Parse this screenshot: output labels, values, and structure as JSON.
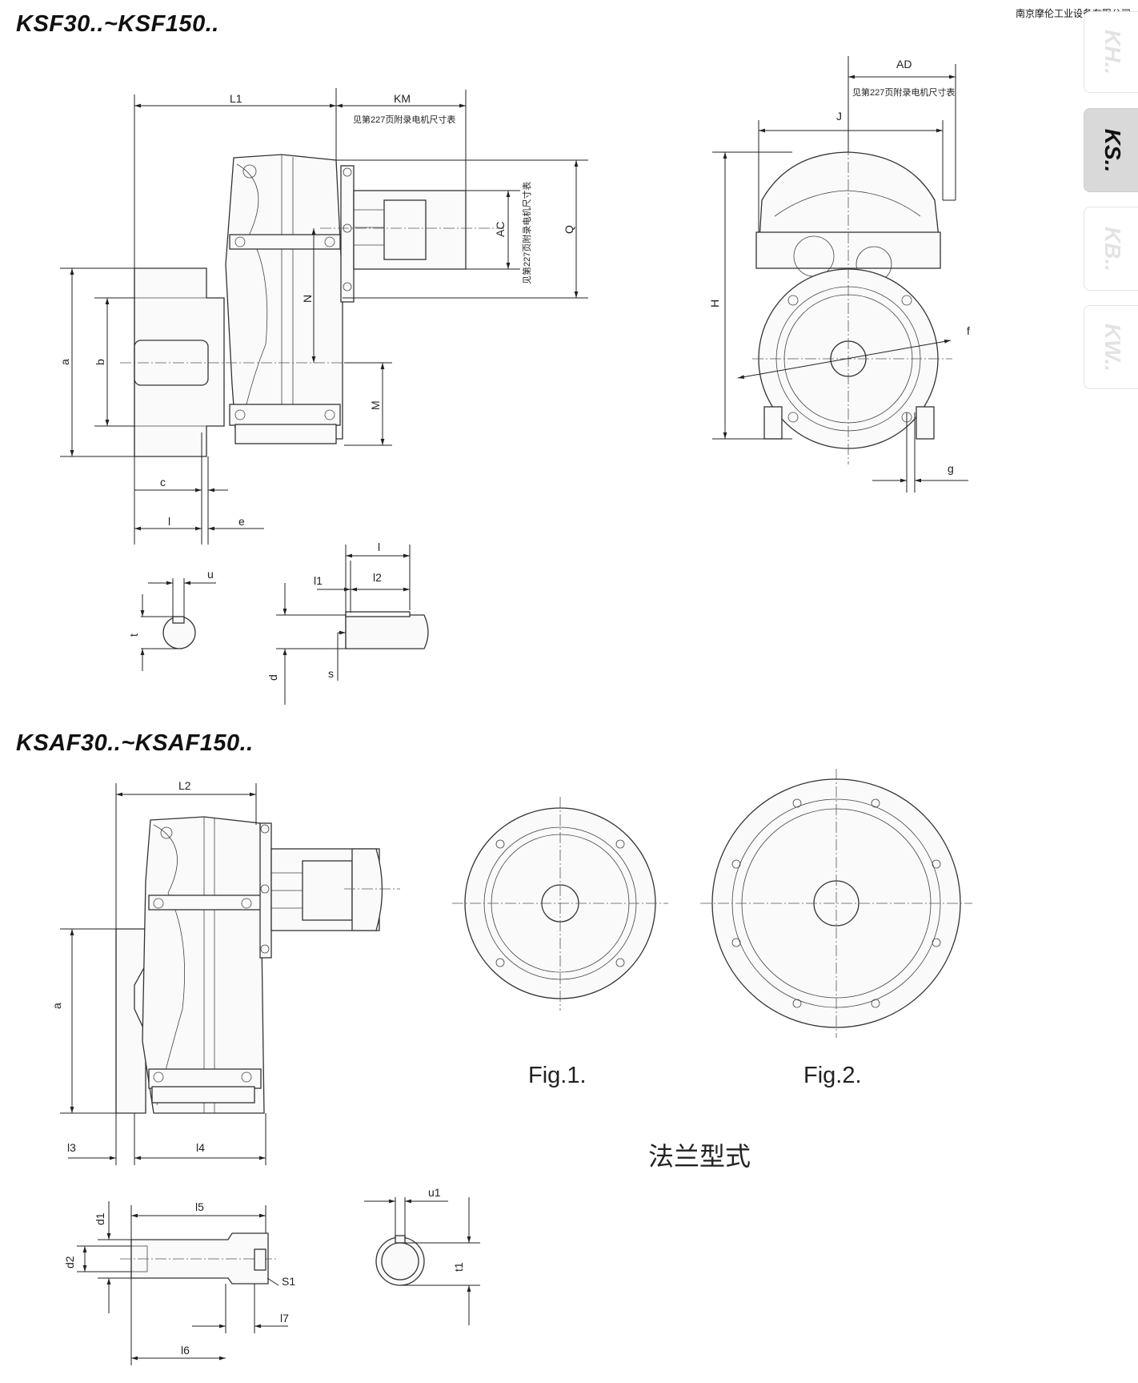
{
  "header": {
    "title_top": "KSF30..~KSF150..",
    "title_bottom": "KSAF30..~KSAF150..",
    "company": "南京摩伦工业设备有限公司"
  },
  "tabs": [
    "KH..",
    "KS..",
    "KB..",
    "KW.."
  ],
  "active_tab": "KS..",
  "dims_ksf_side": {
    "L1": "L1",
    "KM": "KM",
    "note_km": "见第227页附录电机尺寸表",
    "AC": "AC",
    "note_ac": "见第227页附录电机尺寸表",
    "Q": "Q",
    "N": "N",
    "M": "M",
    "a": "a",
    "b": "b",
    "c": "c",
    "l": "l",
    "e": "e"
  },
  "dims_ksf_front": {
    "AD": "AD",
    "note_ad": "见第227页附录电机尺寸表",
    "J": "J",
    "H": "H",
    "f": "f",
    "g": "g"
  },
  "dims_shaft": {
    "u": "u",
    "t": "t",
    "l": "l",
    "l1": "l1",
    "l2": "l2",
    "d": "d",
    "s": "s"
  },
  "dims_ksaf": {
    "L2": "L2",
    "a": "a",
    "l3": "l3",
    "l4": "l4",
    "l5": "l5",
    "l6": "l6",
    "l7": "l7",
    "d1": "d1",
    "d2": "d2",
    "S1": "S1",
    "u1": "u1",
    "t1": "t1"
  },
  "figures": {
    "fig1": "Fig.1.",
    "fig2": "Fig.2.",
    "flange_caption": "法兰型式"
  }
}
